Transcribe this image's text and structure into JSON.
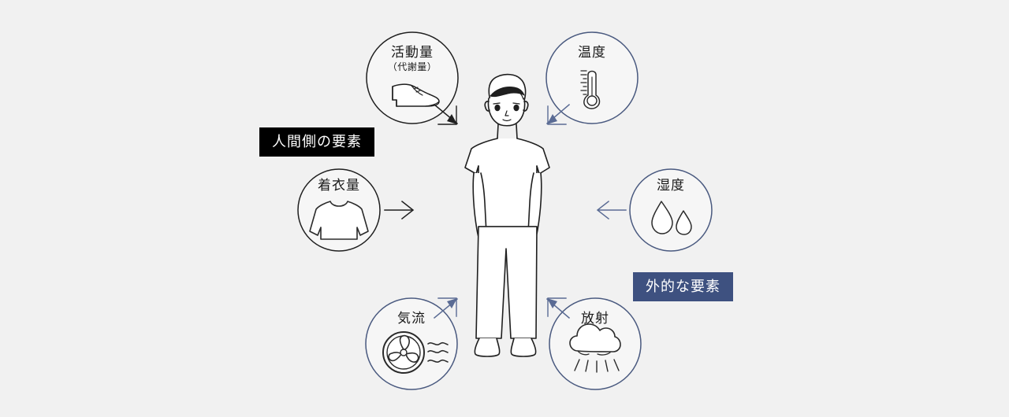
{
  "diagram": {
    "title": "Thermal comfort factors diagram",
    "background_color": "#f1f1f1",
    "center_figure": {
      "name": "standing-person",
      "description": "Line illustration of a standing person in t-shirt and trousers"
    },
    "badges": [
      {
        "id": "human",
        "label": "人間側の要素",
        "background": "#000000",
        "text_color": "#ffffff"
      },
      {
        "id": "external",
        "label": "外的な要素",
        "background": "#3e5180",
        "text_color": "#ffffff"
      }
    ],
    "nodes": [
      {
        "id": "activity",
        "label": "活動量",
        "sublabel": "（代謝量）",
        "group": "human",
        "icon": "dress-shoe-icon",
        "circle_color": "#1f1f1f",
        "arrow_color": "#1f1f1f",
        "arrow_direction": "down-right"
      },
      {
        "id": "temperature",
        "label": "温度",
        "sublabel": "",
        "group": "external",
        "icon": "thermometer-icon",
        "circle_color": "#49597f",
        "arrow_color": "#5a6b94",
        "arrow_direction": "down-left"
      },
      {
        "id": "humidity",
        "label": "湿度",
        "sublabel": "",
        "group": "external",
        "icon": "water-droplets-icon",
        "circle_color": "#49597f",
        "arrow_color": "#5a6b94",
        "arrow_direction": "left"
      },
      {
        "id": "radiation",
        "label": "放射",
        "sublabel": "",
        "group": "external",
        "icon": "cloud-rays-icon",
        "circle_color": "#49597f",
        "arrow_color": "#5a6b94",
        "arrow_direction": "up-left"
      },
      {
        "id": "airflow",
        "label": "気流",
        "sublabel": "",
        "group": "external",
        "icon": "fan-icon",
        "circle_color": "#49597f",
        "arrow_color": "#5a6b94",
        "arrow_direction": "up-right"
      },
      {
        "id": "clothing",
        "label": "着衣量",
        "sublabel": "",
        "group": "human",
        "icon": "sweater-icon",
        "circle_color": "#1f1f1f",
        "arrow_color": "#1f1f1f",
        "arrow_direction": "right"
      }
    ]
  }
}
